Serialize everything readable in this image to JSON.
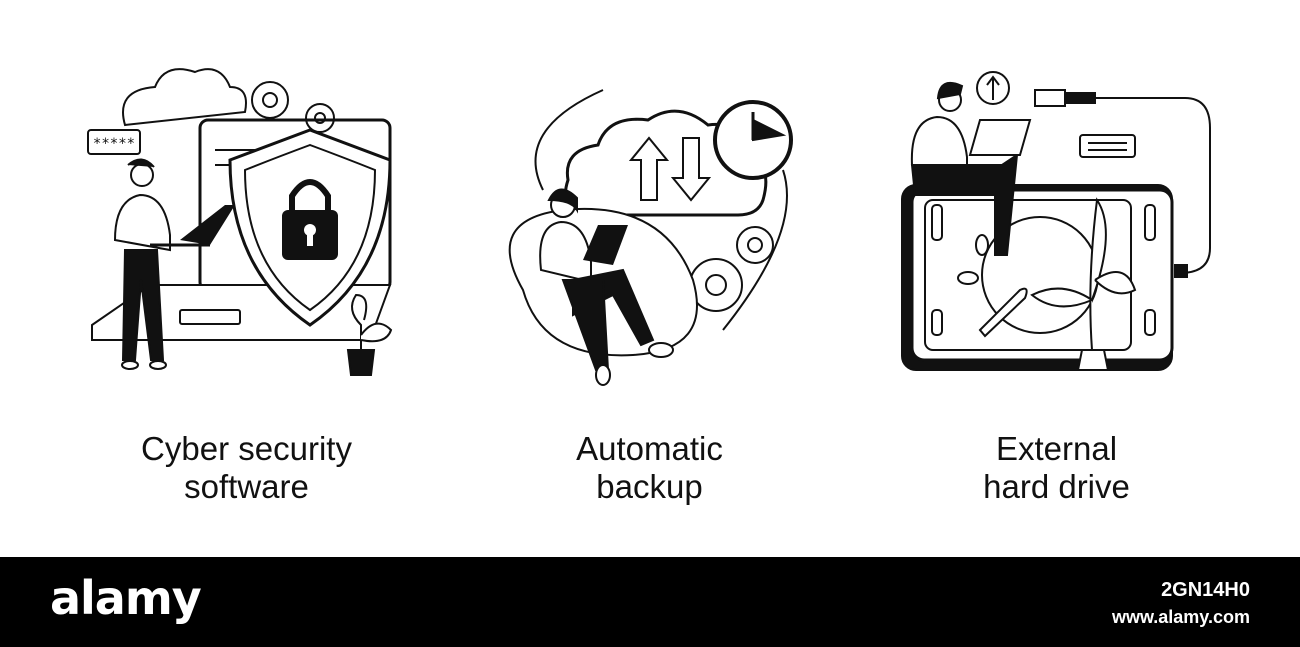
{
  "panels": [
    {
      "caption_line1": "Cyber security",
      "caption_line2": "software",
      "password_mask": "*****"
    },
    {
      "caption_line1": "Automatic",
      "caption_line2": "backup"
    },
    {
      "caption_line1": "External",
      "caption_line2": "hard drive"
    }
  ],
  "footer": {
    "logo": "alamy",
    "image_id": "2GN14H0",
    "site": "www.alamy.com"
  },
  "colors": {
    "ink": "#111111",
    "footer_bg": "#000000",
    "footer_text": "#ffffff"
  },
  "icons": [
    "cloud-icon",
    "gear-icon",
    "shield-lock-icon",
    "laptop-icon",
    "clock-icon",
    "sync-arrows-icon",
    "usb-icon",
    "usb-plug-icon",
    "plant-icon"
  ]
}
